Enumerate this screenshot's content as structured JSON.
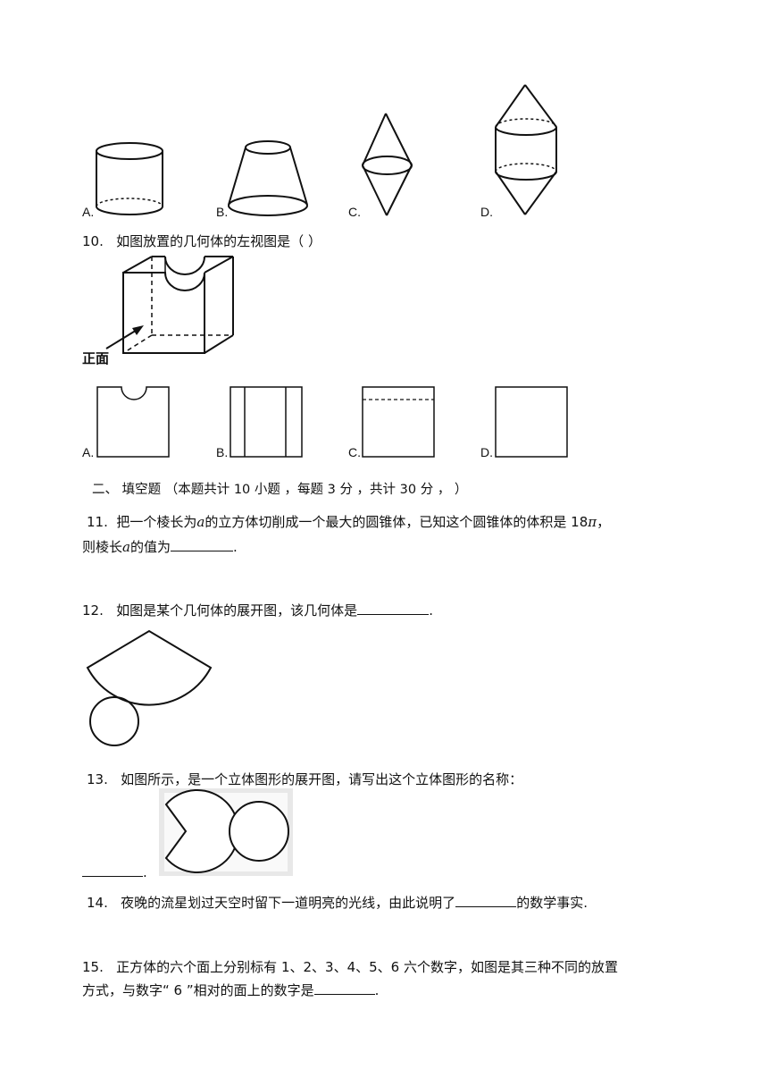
{
  "q9_options": {
    "a": "A.",
    "b": "B.",
    "c": "C.",
    "d": "D."
  },
  "q10": {
    "num": "10.",
    "text": "如图放置的几何体的左视图是（ ）",
    "front_label": "正面",
    "options": {
      "a": "A.",
      "b": "B.",
      "c": "C.",
      "d": "D."
    }
  },
  "section2": {
    "title": "二、 填空题 （本题共计 10 小题 ，每题 3 分 ，共计 30 分 ， ）"
  },
  "q11": {
    "num": "11.",
    "line1_a": "把一个棱长为",
    "var": "a",
    "line1_b": "的立方体切削成一个最大的圆锥体，已知这个圆锥体的体积是 18",
    "pi": "π",
    "line1_c": "，",
    "line2_a": "则棱长",
    "line2_b": "的值为",
    "end": "."
  },
  "q12": {
    "num": "12.",
    "text": "如图是某个几何体的展开图，该几何体是",
    "end": "."
  },
  "q13": {
    "num": "13.",
    "text": "如图所示，是一个立体图形的展开图，请写出这个立体图形的名称：",
    "end": "."
  },
  "q14": {
    "num": "14.",
    "text_a": "夜晚的流星划过天空时留下一道明亮的光线，由此说明了",
    "text_b": "的数学事实."
  },
  "q15": {
    "num": "15.",
    "line1": "正方体的六个面上分别标有 1、2、3、4、5、6 六个数字，如图是其三种不同的放置",
    "line2": "方式，与数字“ 6 ”相对的面上的数字是",
    "end": "."
  }
}
